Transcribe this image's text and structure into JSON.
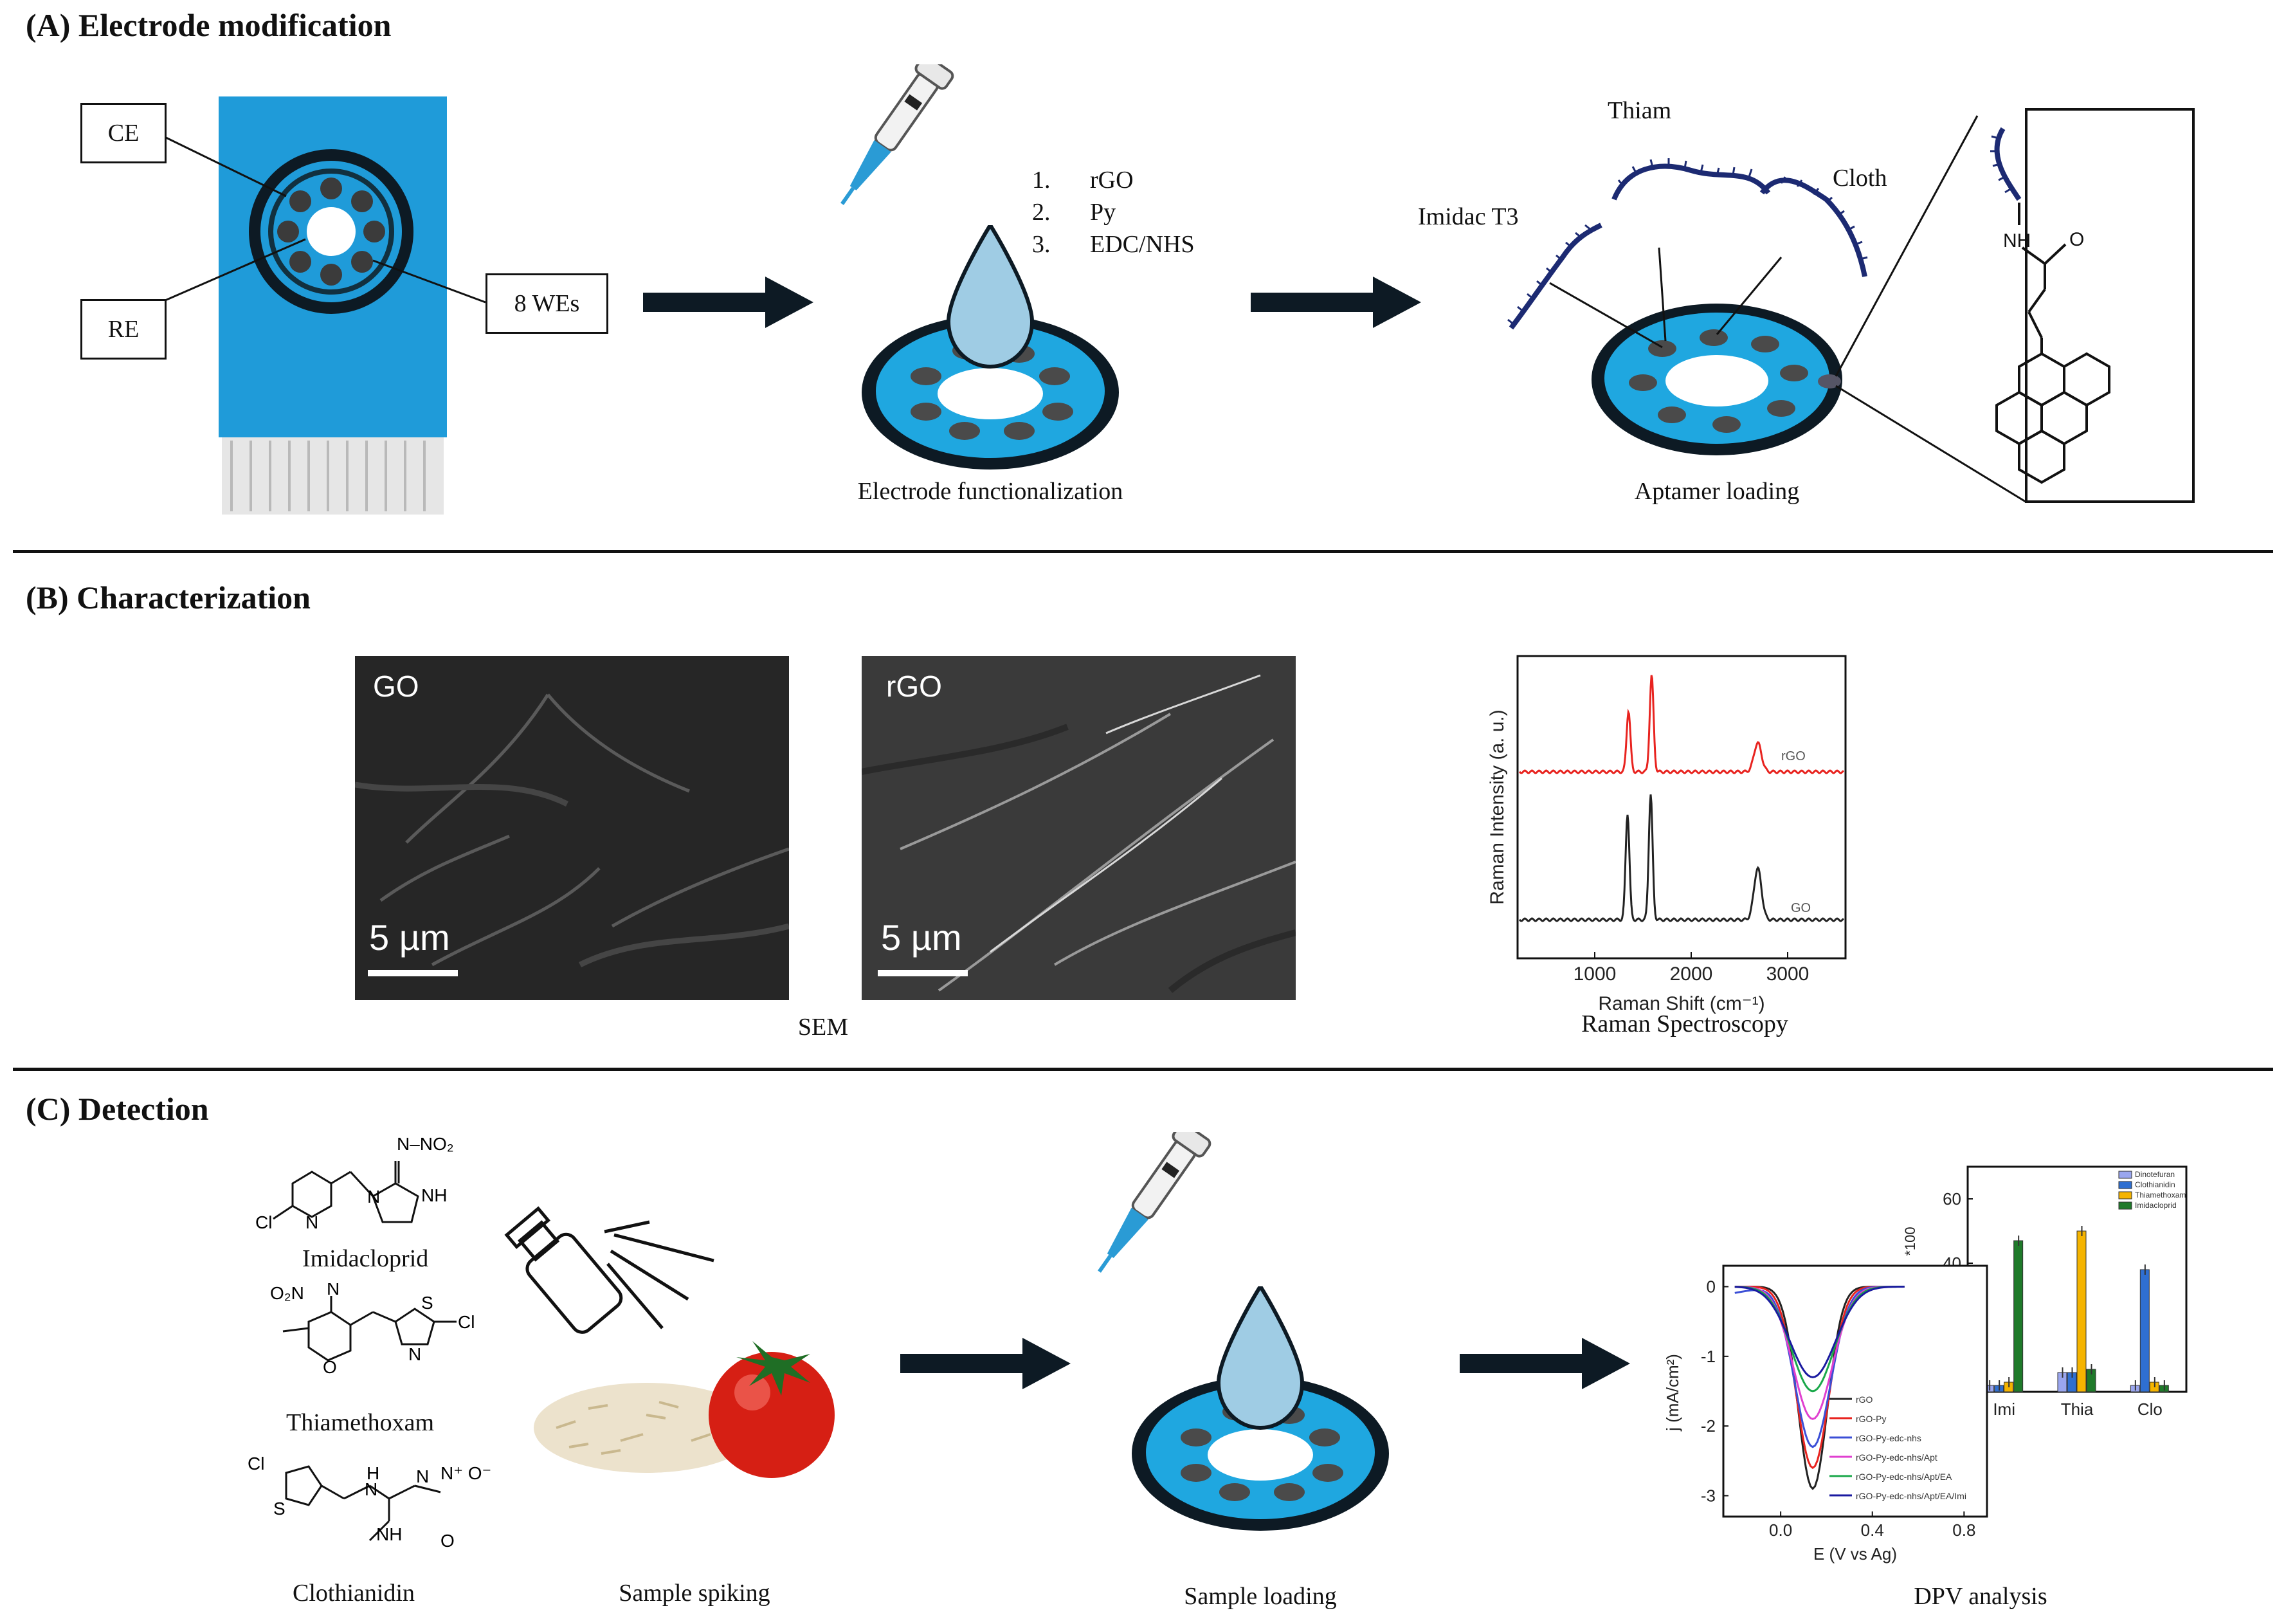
{
  "sections": {
    "a": {
      "title": "(A) Electrode modification"
    },
    "b": {
      "title": "(B) Characterization"
    },
    "c": {
      "title": "(C) Detection"
    }
  },
  "electrode_callouts": {
    "ce": "CE",
    "re": "RE",
    "wes": "8 WEs"
  },
  "functionalization": {
    "steps": [
      {
        "n": "1.",
        "text": "rGO"
      },
      {
        "n": "2.",
        "text": "Py"
      },
      {
        "n": "3.",
        "text": "EDC/NHS"
      }
    ],
    "caption": "Electrode functionalization"
  },
  "aptamers": {
    "labels": {
      "imidac": "Imidac T3",
      "thiam": "Thiam",
      "cloth": "Cloth"
    },
    "caption": "Aptamer loading",
    "molecule_nh": "NH",
    "molecule_o": "O"
  },
  "characterization": {
    "sem_go_tag": "GO",
    "sem_rgo_tag": "rGO",
    "scale_bar": "5 µm",
    "sem_caption": "SEM",
    "raman_caption": "Raman Spectroscopy"
  },
  "raman_chart": {
    "chart_data": {
      "type": "line",
      "xlabel": "Raman Shift (cm⁻¹)",
      "ylabel": "Raman Intensity (a. u.)",
      "x_ticks": [
        "1000",
        "2000",
        "3000"
      ],
      "xlim": [
        200,
        3600
      ],
      "series": [
        {
          "name": "rGO",
          "color": "#e8231f",
          "peaks_cm": [
            1350,
            1590,
            2690
          ]
        },
        {
          "name": "GO",
          "color": "#222222",
          "peaks_cm": [
            1340,
            1580,
            2690
          ]
        }
      ]
    }
  },
  "detection": {
    "chemicals": {
      "imidacloprid": "Imidacloprid",
      "thiamethoxam": "Thiamethoxam",
      "clothianidin": "Clothianidin"
    },
    "sample_spiking": "Sample spiking",
    "sample_loading": "Sample loading",
    "dpv_analysis": "DPV analysis"
  },
  "dpv_chart": {
    "chart_data": {
      "type": "line",
      "xlabel": "E (V vs Ag)",
      "ylabel": "j (mA/cm²)",
      "x_ticks": [
        "0.0",
        "0.4",
        "0.8"
      ],
      "y_ticks": [
        "0",
        "-1",
        "-2",
        "-3"
      ],
      "xlim": [
        -0.25,
        0.9
      ],
      "ylim": [
        -3.3,
        0.3
      ],
      "series": [
        {
          "name": "rGO",
          "color": "#222222",
          "min_y": -2.9
        },
        {
          "name": "rGO-Py",
          "color": "#e8231f",
          "min_y": -2.6
        },
        {
          "name": "rGO-Py-edc-nhs",
          "color": "#3b4fd6",
          "min_y": -2.3
        },
        {
          "name": "rGO-Py-edc-nhs/Apt",
          "color": "#e040d0",
          "min_y": -1.9
        },
        {
          "name": "rGO-Py-edc-nhs/Apt/EA",
          "color": "#1aa84a",
          "min_y": -1.5
        },
        {
          "name": "rGO-Py-edc-nhs/Apt/EA/Imi",
          "color": "#1a1aa0",
          "min_y": -1.3
        }
      ]
    }
  },
  "bar_chart": {
    "chart_data": {
      "type": "bar",
      "categories": [
        "Imi",
        "Thia",
        "Clo"
      ],
      "y_ticks": [
        "60",
        "40"
      ],
      "ylabel_fragment": "*100",
      "ylim": [
        0,
        70
      ],
      "series": [
        {
          "name": "Dinotefuran",
          "color": "#9aa6ef",
          "values": [
            2,
            6,
            2
          ]
        },
        {
          "name": "Clothianidin",
          "color": "#2f6fd1",
          "values": [
            2,
            6,
            38
          ]
        },
        {
          "name": "Thiamethoxam",
          "color": "#f5b400",
          "values": [
            3,
            50,
            3
          ]
        },
        {
          "name": "Imidacloprid",
          "color": "#1f7a2a",
          "values": [
            47,
            7,
            2
          ]
        }
      ]
    }
  }
}
